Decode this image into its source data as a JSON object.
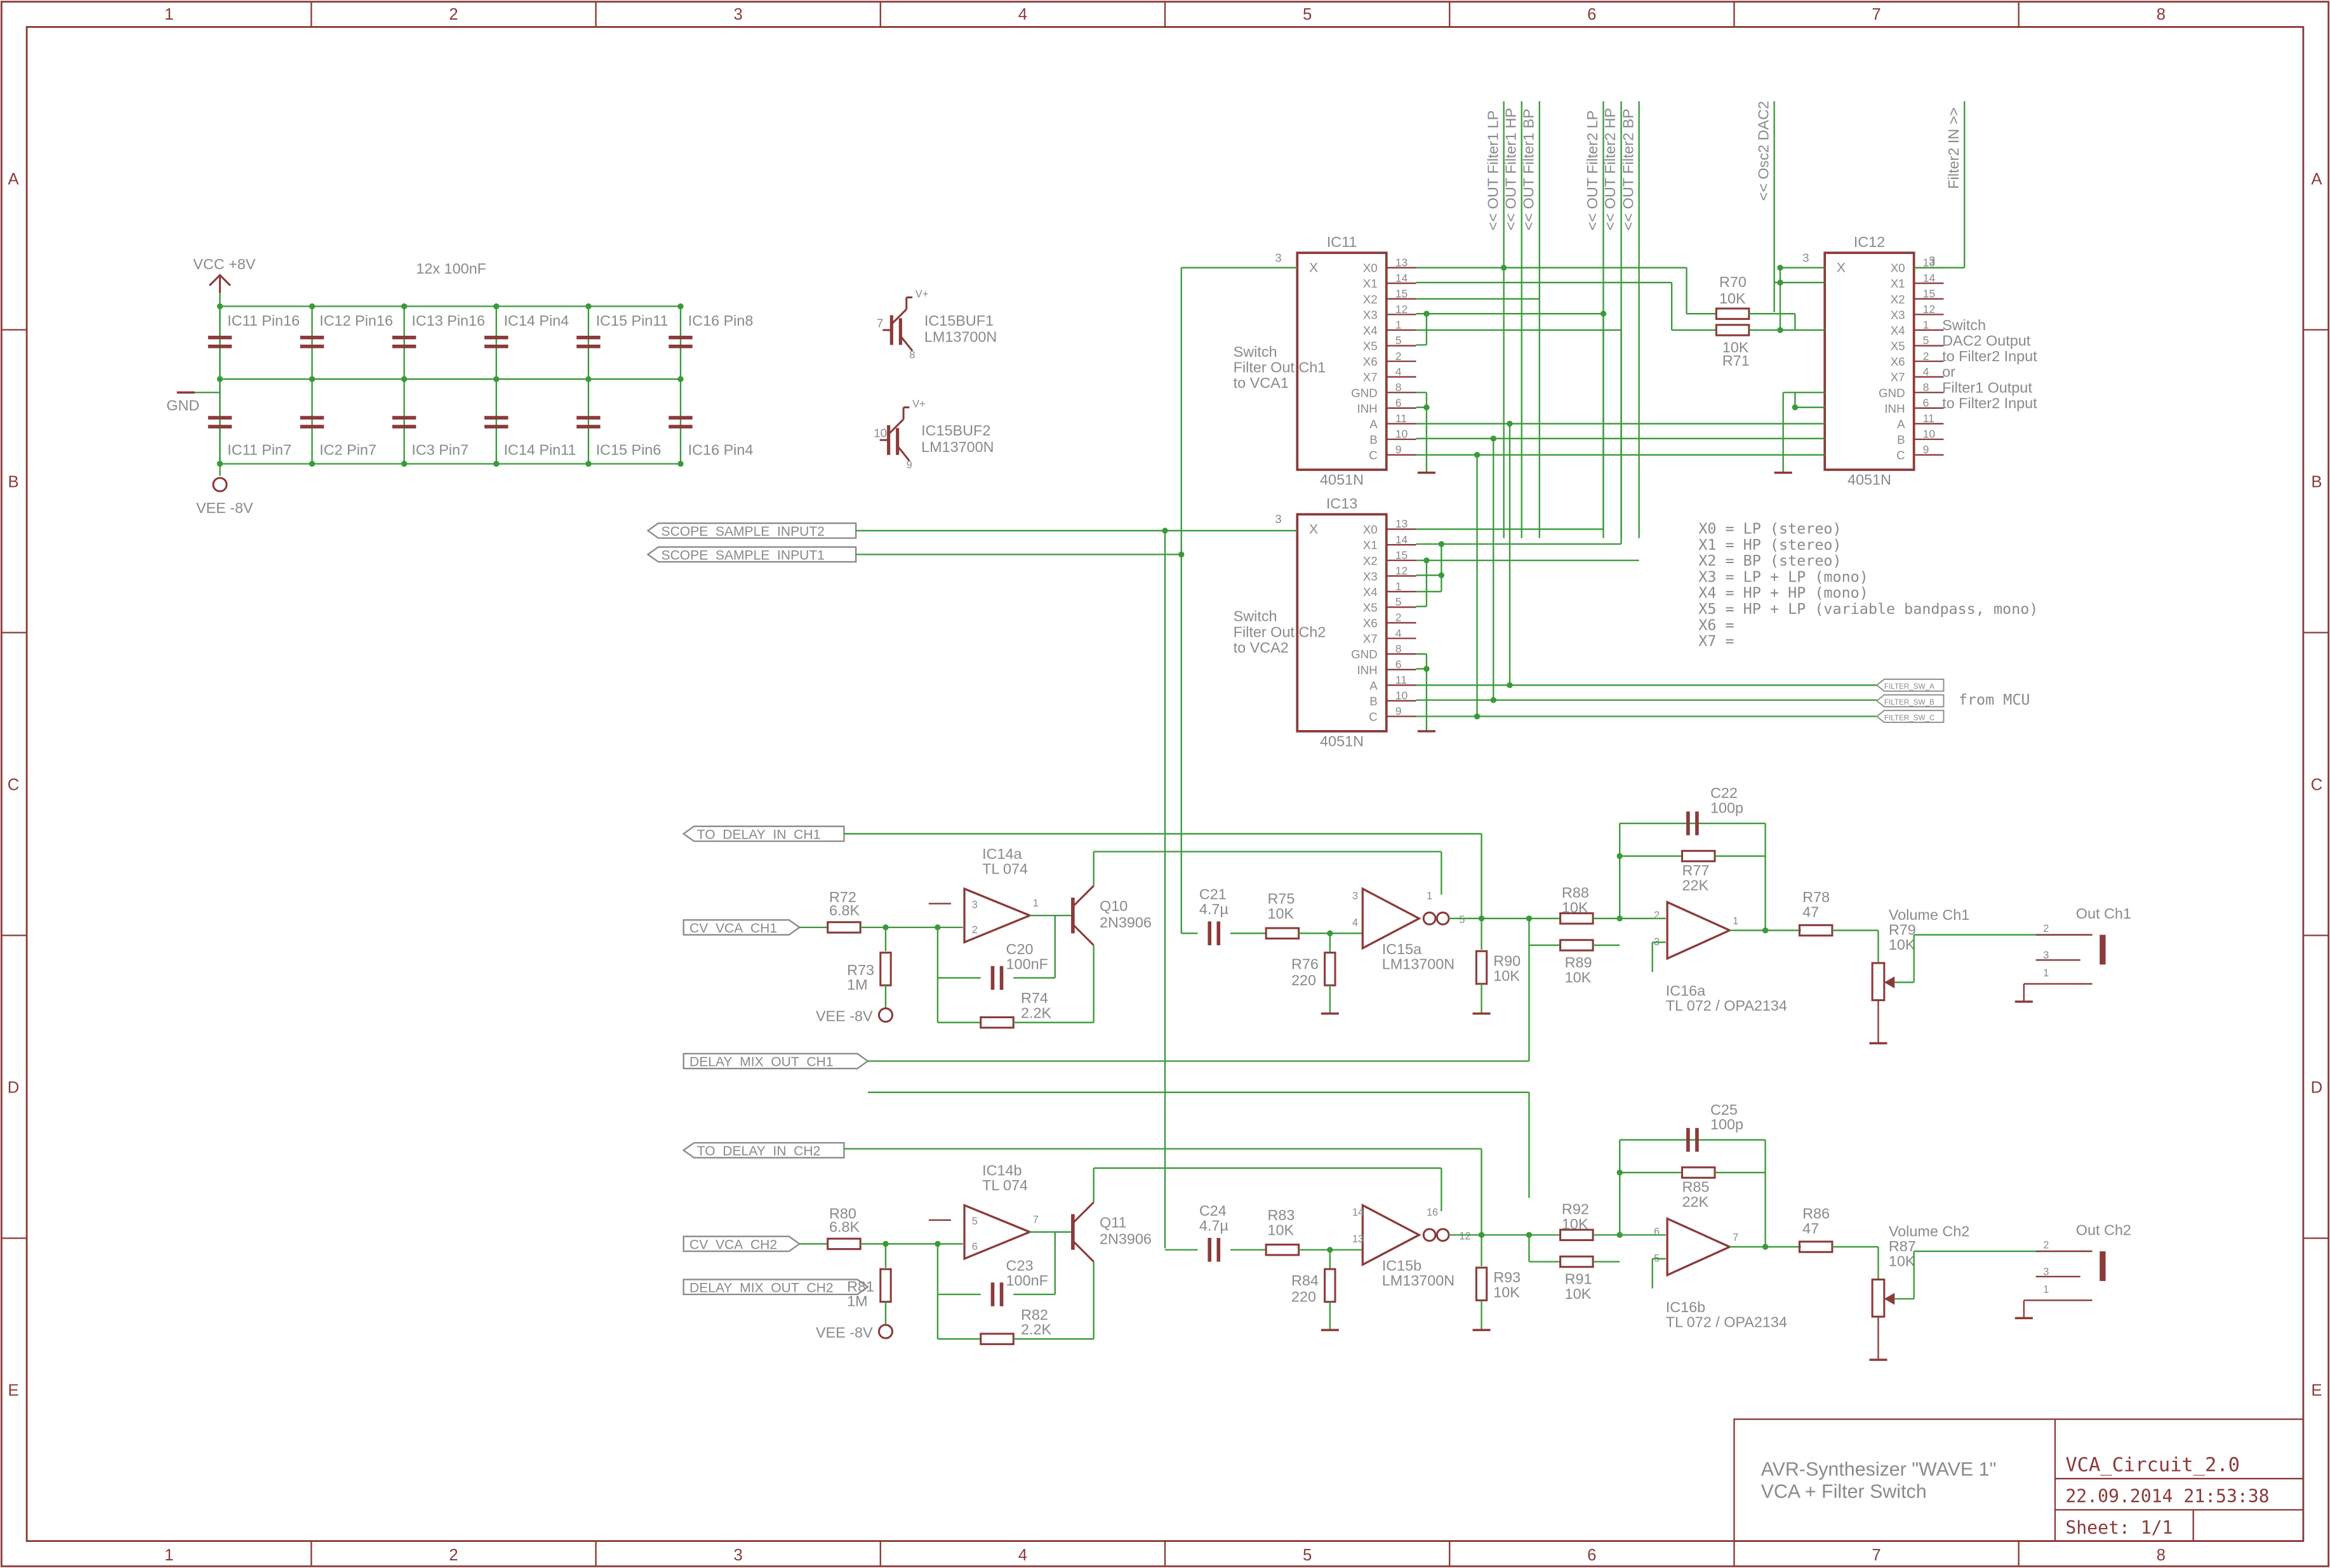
{
  "frame": {
    "columns": [
      "1",
      "2",
      "3",
      "4",
      "5",
      "6",
      "7",
      "8"
    ],
    "rows": [
      "A",
      "B",
      "C",
      "D",
      "E"
    ]
  },
  "title_block": {
    "project": "AVR-Synthesizer \"WAVE 1\"",
    "subtitle": "VCA + Filter Switch",
    "drawing_name": "VCA_Circuit_2.0",
    "date": "22.09.2014 21:53:38",
    "sheet": "Sheet: 1/1"
  },
  "power": {
    "vcc": "VCC +8V",
    "vee": "VEE -8V",
    "gnd": "GND",
    "note": "12x 100nF",
    "caps_top": [
      "IC11 Pin16",
      "IC12 Pin16",
      "IC13 Pin16",
      "IC14 Pin4",
      "IC15 Pin11",
      "IC16 Pin8"
    ],
    "caps_bottom": [
      "IC11 Pin7",
      "IC2 Pin7",
      "IC3 Pin7",
      "IC14 Pin11",
      "IC15 Pin6",
      "IC16 Pin4"
    ]
  },
  "buffers": [
    {
      "name": "IC15BUF1",
      "part": "LM13700N",
      "pin_in": "7",
      "pin_out": "8",
      "supply": "V+"
    },
    {
      "name": "IC15BUF2",
      "part": "LM13700N",
      "pin_in": "10",
      "pin_out": "9",
      "supply": "V+"
    }
  ],
  "ic11": {
    "name": "IC11",
    "part": "4051N",
    "pin_x": "3",
    "x_label": "X",
    "desc": [
      "Switch",
      "Filter Out Ch1",
      "to VCA1"
    ],
    "pins": [
      "X0",
      "X1",
      "X2",
      "X3",
      "X4",
      "X5",
      "X6",
      "X7",
      "GND",
      "INH",
      "A",
      "B",
      "C"
    ],
    "pin_numbers": [
      "13",
      "14",
      "15",
      "12",
      "1",
      "5",
      "2",
      "4",
      "8",
      "6",
      "11",
      "10",
      "9"
    ]
  },
  "ic12": {
    "name": "IC12",
    "part": "4051N",
    "pin_x": "3",
    "x_label": "X",
    "desc": [
      "Switch",
      "DAC2 Output",
      "to Filter2 Input",
      "or",
      "Filter1 Output",
      "to Filter2 Input"
    ],
    "pins": [
      "X0",
      "X1",
      "X2",
      "X3",
      "X4",
      "X5",
      "X6",
      "X7",
      "GND",
      "INH",
      "A",
      "B",
      "C"
    ],
    "pin_numbers": [
      "13",
      "14",
      "15",
      "12",
      "1",
      "5",
      "2",
      "4",
      "8",
      "6",
      "11",
      "10",
      "9"
    ]
  },
  "ic13": {
    "name": "IC13",
    "part": "4051N",
    "pin_x": "3",
    "x_label": "X",
    "desc": [
      "Switch",
      "Filter Out Ch2",
      "to VCA2"
    ],
    "pins": [
      "X0",
      "X1",
      "X2",
      "X3",
      "X4",
      "X5",
      "X6",
      "X7",
      "GND",
      "INH",
      "A",
      "B",
      "C"
    ],
    "pin_numbers": [
      "13",
      "14",
      "15",
      "12",
      "1",
      "5",
      "2",
      "4",
      "8",
      "6",
      "11",
      "10",
      "9"
    ]
  },
  "filter_nets": [
    "<< OUT Filter1 LP",
    "<< OUT Filter1 HP",
    "<< OUT Filter1 BP",
    "<< OUT Filter2 LP",
    "<< OUT Filter2 HP",
    "<< OUT Filter2 BP",
    "<< Osc2 DAC2",
    "Filter2 IN >>"
  ],
  "r70": {
    "name": "R70",
    "value": "10K"
  },
  "r71": {
    "name": "R71",
    "value": "10K"
  },
  "switch_table": [
    "X0 = LP (stereo)",
    "X1 = HP (stereo)",
    "X2 = BP (stereo)",
    "X3 = LP + LP (mono)",
    "X4 = HP + HP (mono)",
    "X5 = HP + LP (variable bandpass, mono)",
    "X6 =",
    "X7 ="
  ],
  "mcu": {
    "label": "from MCU",
    "flags": [
      "FILTER_SW_A",
      "FILTER_SW_B",
      "FILTER_SW_C"
    ]
  },
  "scope_ports": [
    "SCOPE_SAMPLE_INPUT2",
    "SCOPE_SAMPLE_INPUT1"
  ],
  "ch1": {
    "port_delay_in": "TO_DELAY_IN_CH1",
    "port_cv": "CV_VCA_CH1",
    "port_mix": "DELAY_MIX_OUT_CH1",
    "r72": [
      "R72",
      "6.8K"
    ],
    "r73": [
      "R73",
      "1M"
    ],
    "vee": "VEE -8V",
    "opamp": [
      "IC14a",
      "TL 074"
    ],
    "op_pins": [
      "3",
      "2",
      "1"
    ],
    "c20": [
      "C20",
      "100nF"
    ],
    "r74": [
      "R74",
      "2.2K"
    ],
    "q": [
      "Q10",
      "2N3906"
    ],
    "c21": [
      "C21",
      "4.7µ"
    ],
    "r75": [
      "R75",
      "10K"
    ],
    "r76": [
      "R76",
      "220"
    ],
    "ota": [
      "IC15a",
      "LM13700N"
    ],
    "ota_pins": [
      "3",
      "4",
      "1",
      "5"
    ],
    "r90": [
      "R90",
      "10K"
    ],
    "r88": [
      "R88",
      "10K"
    ],
    "r89": [
      "R89",
      "10K"
    ],
    "c22": [
      "C22",
      "100p"
    ],
    "r77": [
      "R77",
      "22K"
    ],
    "out_amp": [
      "IC16a",
      "TL 072 / OPA2134"
    ],
    "out_pins": [
      "2",
      "3",
      "1"
    ],
    "r78": [
      "R78",
      "47"
    ],
    "pot": [
      "Volume Ch1",
      "R79",
      "10K"
    ],
    "jack": "Out Ch1",
    "jack_pins": [
      "2",
      "3",
      "1"
    ]
  },
  "ch2": {
    "port_delay_in": "TO_DELAY_IN_CH2",
    "port_cv": "CV_VCA_CH2",
    "port_mix": "DELAY_MIX_OUT_CH2",
    "r72": [
      "R80",
      "6.8K"
    ],
    "r73": [
      "R81",
      "1M"
    ],
    "vee": "VEE -8V",
    "opamp": [
      "IC14b",
      "TL 074"
    ],
    "op_pins": [
      "5",
      "6",
      "7"
    ],
    "c20": [
      "C23",
      "100nF"
    ],
    "r74": [
      "R82",
      "2.2K"
    ],
    "q": [
      "Q11",
      "2N3906"
    ],
    "c21": [
      "C24",
      "4.7µ"
    ],
    "r75": [
      "R83",
      "10K"
    ],
    "r76": [
      "R84",
      "220"
    ],
    "ota": [
      "IC15b",
      "LM13700N"
    ],
    "ota_pins": [
      "14",
      "13",
      "16",
      "12"
    ],
    "r90": [
      "R93",
      "10K"
    ],
    "r88": [
      "R92",
      "10K"
    ],
    "r89": [
      "R91",
      "10K"
    ],
    "c22": [
      "C25",
      "100p"
    ],
    "r77": [
      "R85",
      "22K"
    ],
    "out_amp": [
      "IC16b",
      "TL 072 / OPA2134"
    ],
    "out_pins": [
      "6",
      "5",
      "7"
    ],
    "r78": [
      "R86",
      "47"
    ],
    "pot": [
      "Volume Ch2",
      "R87",
      "10K"
    ],
    "jack": "Out Ch2",
    "jack_pins": [
      "2",
      "3",
      "1"
    ]
  }
}
